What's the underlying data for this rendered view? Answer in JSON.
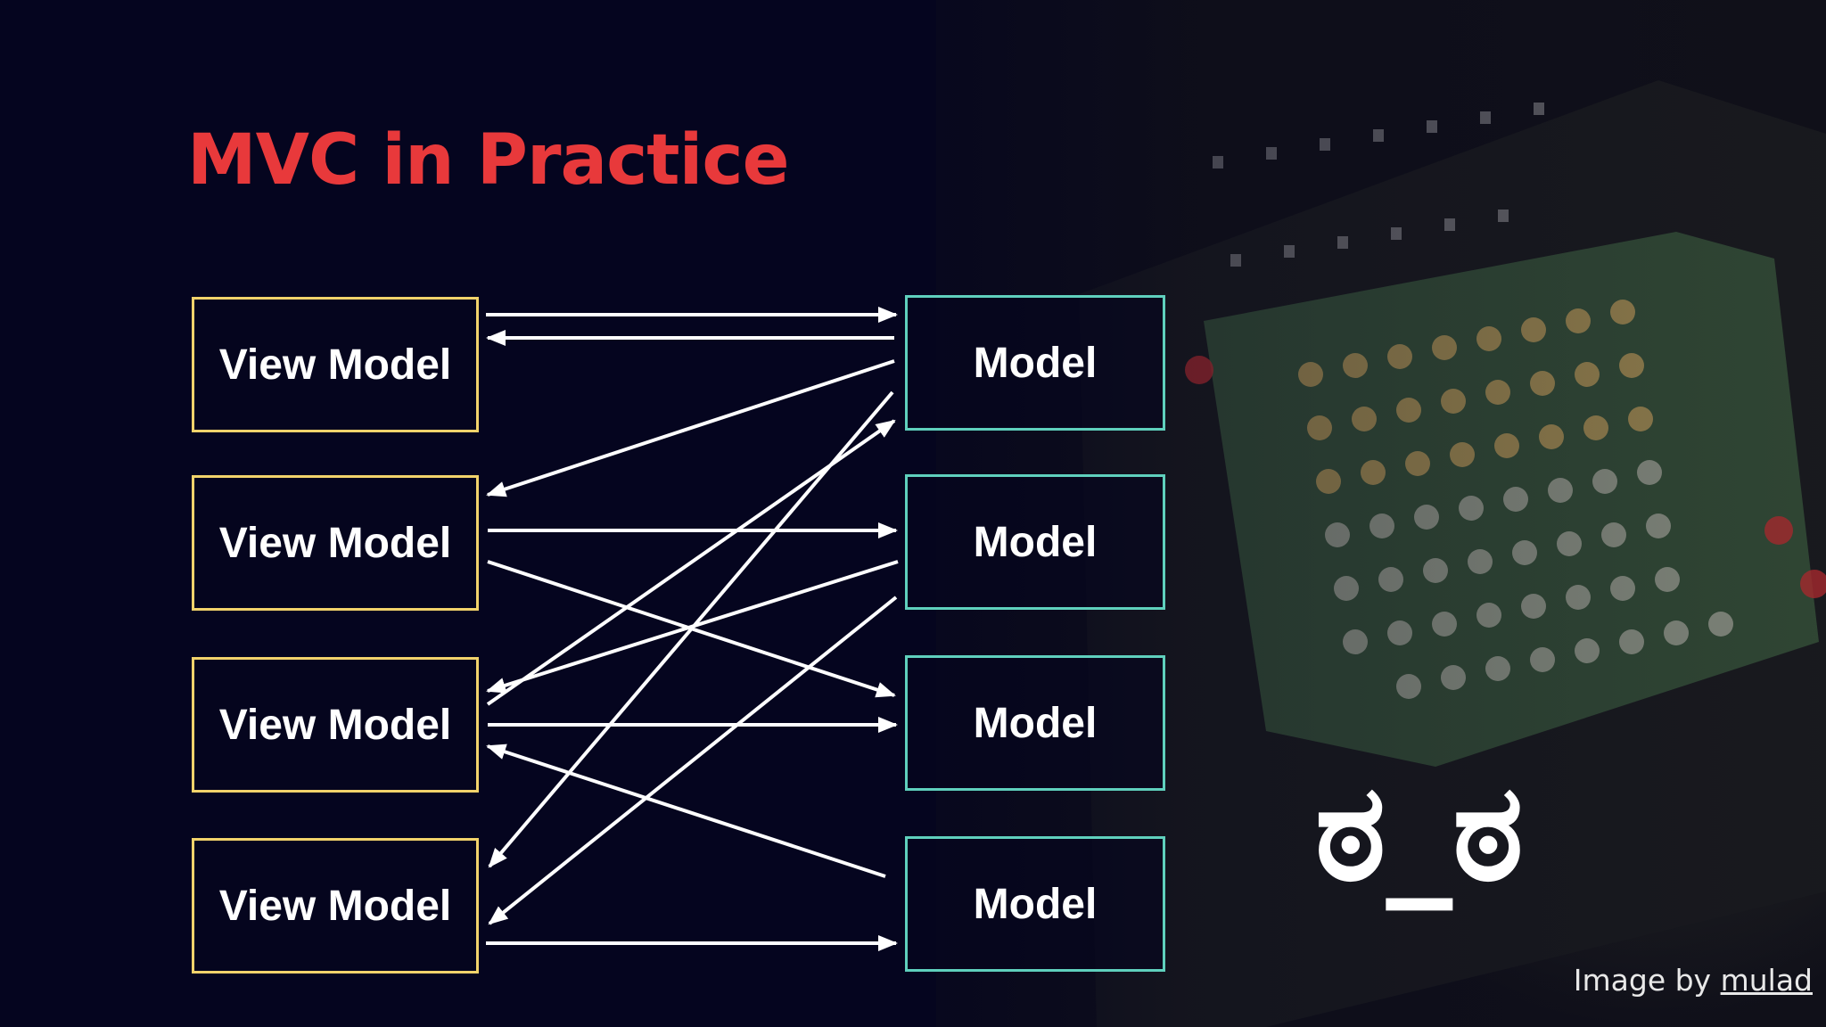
{
  "slide": {
    "title": "MVC in Practice",
    "face": "ಠ_ಠ",
    "credit_prefix": "Image by",
    "credit_link": "mulad"
  },
  "diagram": {
    "view_models": [
      {
        "label": "View Model"
      },
      {
        "label": "View Model"
      },
      {
        "label": "View Model"
      },
      {
        "label": "View Model"
      }
    ],
    "models": [
      {
        "label": "Model"
      },
      {
        "label": "Model"
      },
      {
        "label": "Model"
      },
      {
        "label": "Model"
      }
    ]
  },
  "colors": {
    "background": "#05051f",
    "title": "#e8393b",
    "view_model_border": "#f2d36b",
    "model_border": "#5fd0bd",
    "arrow": "#ffffff",
    "text": "#ffffff"
  }
}
